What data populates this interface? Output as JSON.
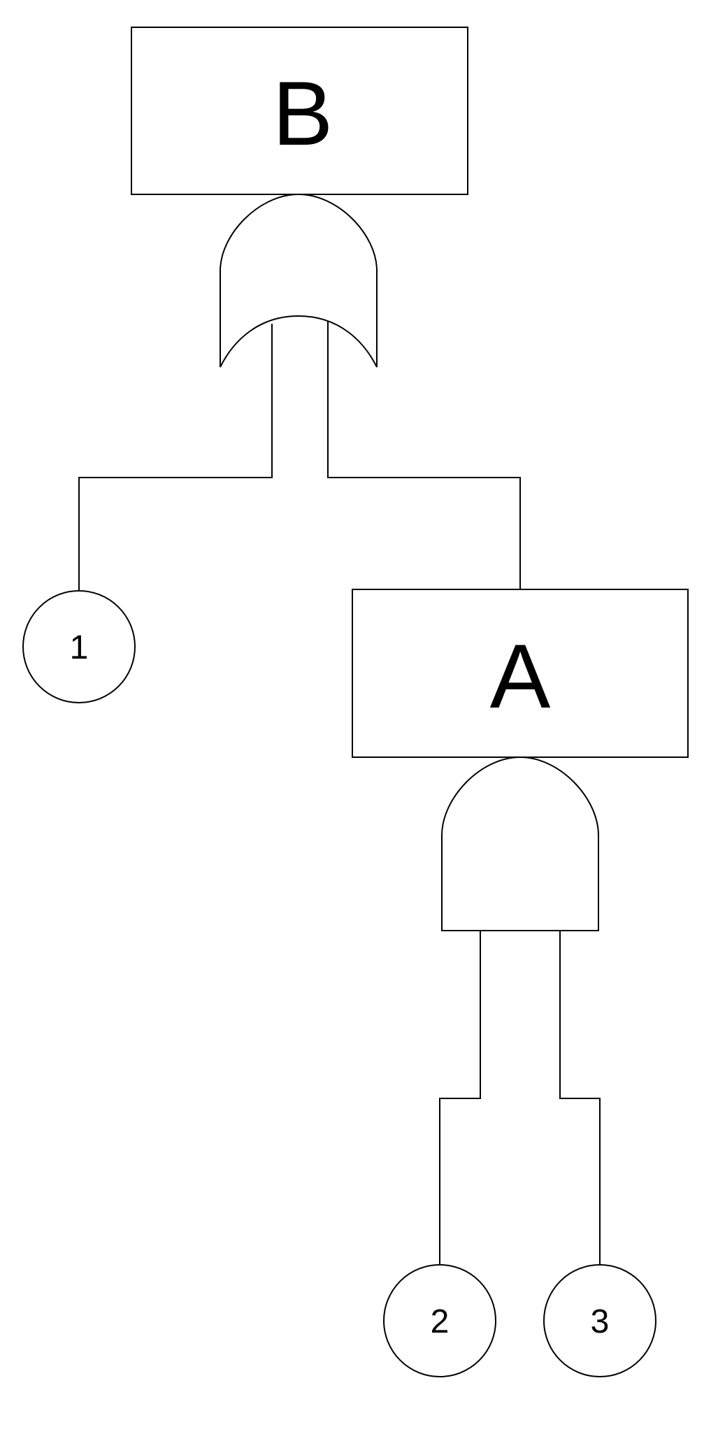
{
  "events": {
    "top": {
      "label": "B"
    },
    "intermediate": {
      "label": "A"
    },
    "basic": [
      {
        "label": "1"
      },
      {
        "label": "2"
      },
      {
        "label": "3"
      }
    ]
  },
  "gates": {
    "top_gate": {
      "type": "or-gate"
    },
    "intermediate_gate": {
      "type": "and-gate"
    }
  },
  "colors": {
    "stroke": "#000000",
    "background": "#ffffff"
  }
}
